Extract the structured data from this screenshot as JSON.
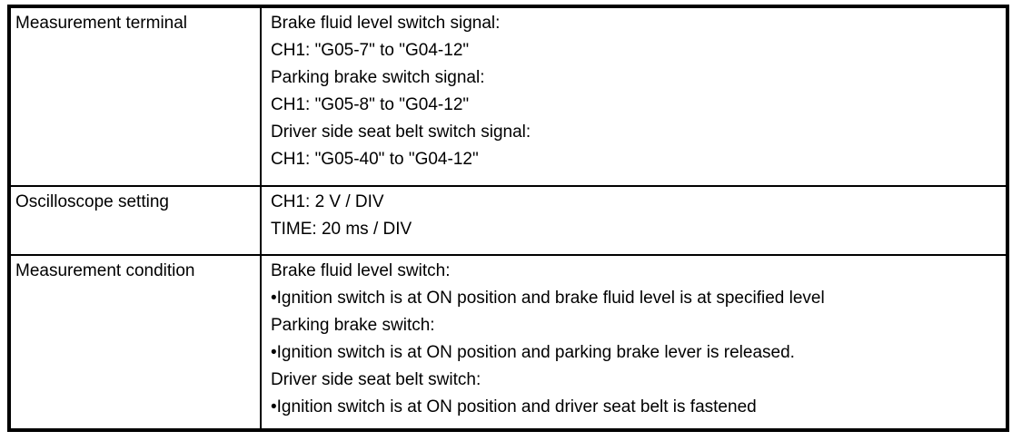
{
  "colors": {
    "text": "#000000",
    "border": "#000000",
    "background": "#ffffff"
  },
  "table": {
    "rows": [
      {
        "label": "Measurement terminal",
        "lines": [
          "Brake fluid level switch signal:",
          "CH1: \"G05-7\" to \"G04-12\"",
          "Parking brake switch signal:",
          "CH1: \"G05-8\" to \"G04-12\"",
          "Driver side seat belt switch signal:",
          "CH1: \"G05-40\" to \"G04-12\""
        ]
      },
      {
        "label": "Oscilloscope setting",
        "lines": [
          "CH1: 2 V / DIV",
          "TIME: 20 ms / DIV"
        ]
      },
      {
        "label": "Measurement condition",
        "lines": [
          "Brake fluid level switch:",
          "•Ignition switch is at ON position and brake fluid level is at specified level",
          "Parking brake switch:",
          "•Ignition switch is at ON position and parking brake lever is released.",
          "Driver side seat belt switch:",
          "•Ignition switch is at ON position and driver seat belt is fastened"
        ]
      }
    ]
  }
}
